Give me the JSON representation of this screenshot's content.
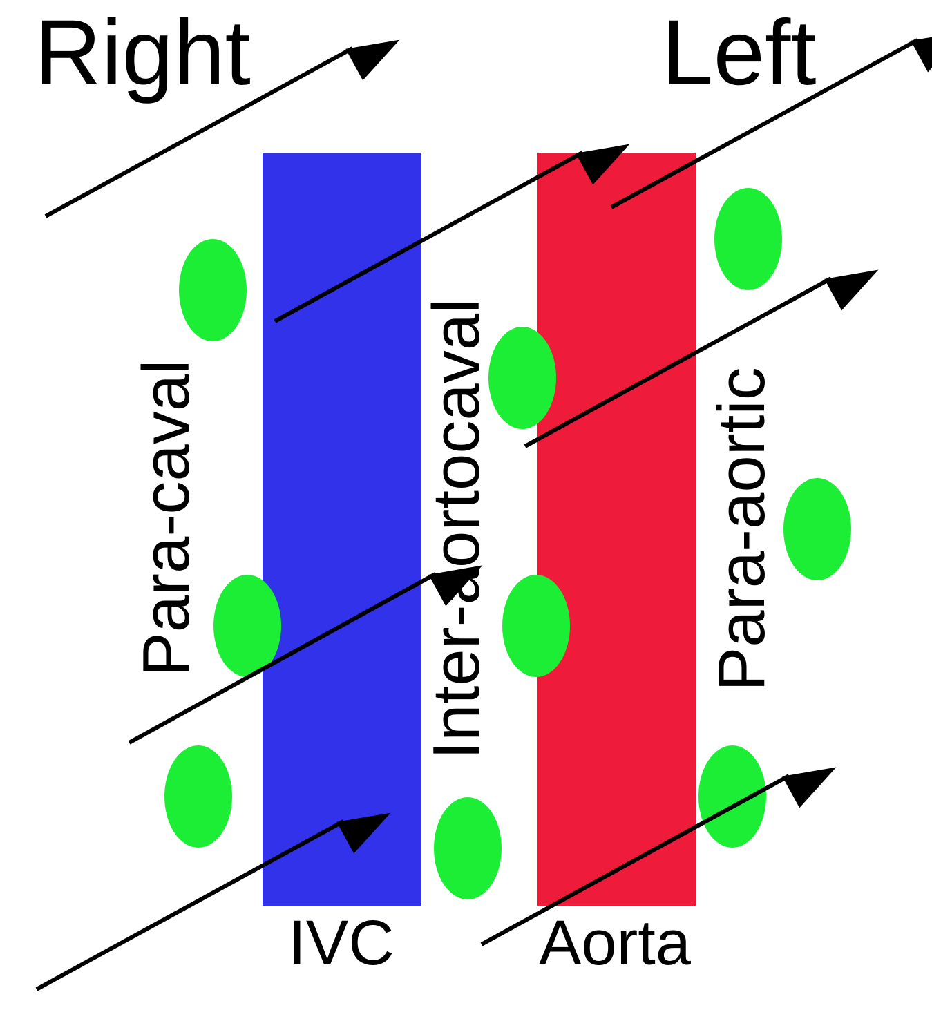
{
  "orientation": {
    "right_label": "Right",
    "left_label": "Left"
  },
  "vessels": {
    "ivc": {
      "label": "IVC",
      "color": "#3232EB"
    },
    "aorta": {
      "label": "Aorta",
      "color": "#EE1C3A"
    }
  },
  "regions": {
    "para_caval": "Para-caval",
    "inter_aortocaval": "Inter-aortocaval",
    "para_aortic": "Para-aortic"
  },
  "node_color": "#1CEE35",
  "arrow_color": "#000000"
}
